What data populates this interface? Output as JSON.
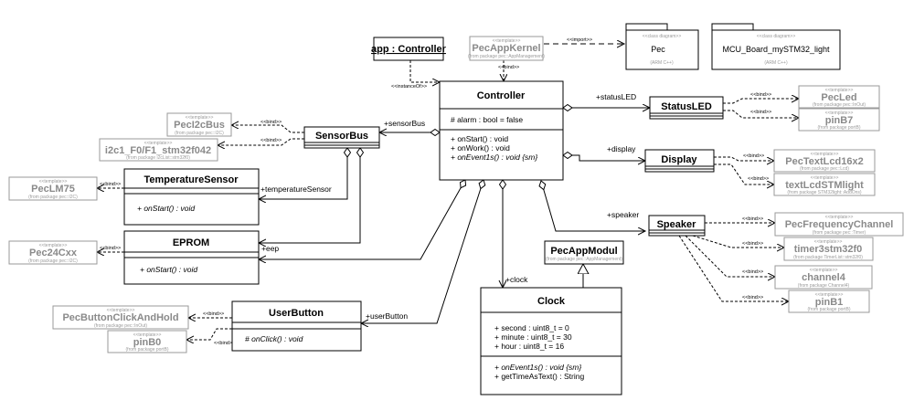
{
  "app_instance": {
    "name": "app : Controller"
  },
  "stereotypes": {
    "template": "<<template>>",
    "bind": "<<bind>>",
    "import": "<<import>>",
    "instance_of": "<<instanceOf>>",
    "class_diagram": "<<class diagram>>"
  },
  "packages": {
    "pec": {
      "title": "Pec",
      "note": "(ARM C++)"
    },
    "mcu_board": {
      "title": "MCU_Board_mySTM32_light",
      "note": "(ARM C++)"
    }
  },
  "kernel": {
    "name": "PecAppKernel",
    "from": "(from package pec::AppManagement)"
  },
  "controller": {
    "name": "Controller",
    "attribute": "# alarm : bool = false",
    "operations": [
      "+ onStart() : void",
      "+ onWork() : void",
      "+ onEvent1s() : void {sm}"
    ]
  },
  "status_led": {
    "name": "StatusLED"
  },
  "display": {
    "name": "Display"
  },
  "speaker": {
    "name": "Speaker"
  },
  "sensor_bus": {
    "name": "SensorBus"
  },
  "temperature_sensor": {
    "name": "TemperatureSensor",
    "operation": "+ onStart() : void"
  },
  "eprom": {
    "name": "EPROM",
    "operation": "+ onStart() : void"
  },
  "user_button": {
    "name": "UserButton",
    "operation": "# onClick() : void"
  },
  "clock": {
    "name": "Clock",
    "attributes": [
      "+ second : uint8_t = 0",
      "+ minute : uint8_t = 30",
      "+ hour : uint8_t = 16"
    ],
    "operations": [
      "+ onEvent1s() : void {sm}",
      "+ getTimeAsText() : String"
    ]
  },
  "app_modul": {
    "name": "PecAppModul",
    "from": "(from package pec::AppManagement)"
  },
  "templates": {
    "pec_led": {
      "name": "PecLed",
      "from": "(from package pec::InOut)"
    },
    "pin_b7": {
      "name": "pinB7",
      "from": "(from package portB)"
    },
    "pec_text_lcd": {
      "name": "PecTextLcd16x2",
      "from": "(from package pec::Lcd)"
    },
    "text_lcd_light": {
      "name": "textLcdSTMlight",
      "from": "(from package STM32light::AddOns)"
    },
    "pec_freq_channel": {
      "name": "PecFrequencyChannel",
      "from": "(from package pec::Timer)"
    },
    "timer3": {
      "name": "timer3stm32f0",
      "from": "(from package TimerList::stm32f0)"
    },
    "channel4": {
      "name": "channel4",
      "from": "(from package Channel4)"
    },
    "pin_b1": {
      "name": "pinB1",
      "from": "(from package portB)"
    },
    "pec_i2c_bus": {
      "name": "PecI2cBus",
      "from": "(from package pec::I2C)"
    },
    "i2c1": {
      "name": "i2c1_F0/F1_stm32f042",
      "from": "(from package i2cList::stm32f0)"
    },
    "pec_lm75": {
      "name": "PecLM75",
      "from": "(from package pec::I2C)"
    },
    "pec_24cxx": {
      "name": "Pec24Cxx",
      "from": "(from package pec::I2C)"
    },
    "pec_button": {
      "name": "PecButtonClickAndHold",
      "from": "(from package pec::InOut)"
    },
    "pin_b0": {
      "name": "pinB0",
      "from": "(from package portB)"
    }
  },
  "roles": {
    "status_led": "+statusLED",
    "display": "+display",
    "speaker": "+speaker",
    "sensor_bus": "+sensorBus",
    "temperature_sensor": "+temperatureSensor",
    "eep": "+eep",
    "user_button": "+userButton",
    "clock": "+clock"
  }
}
